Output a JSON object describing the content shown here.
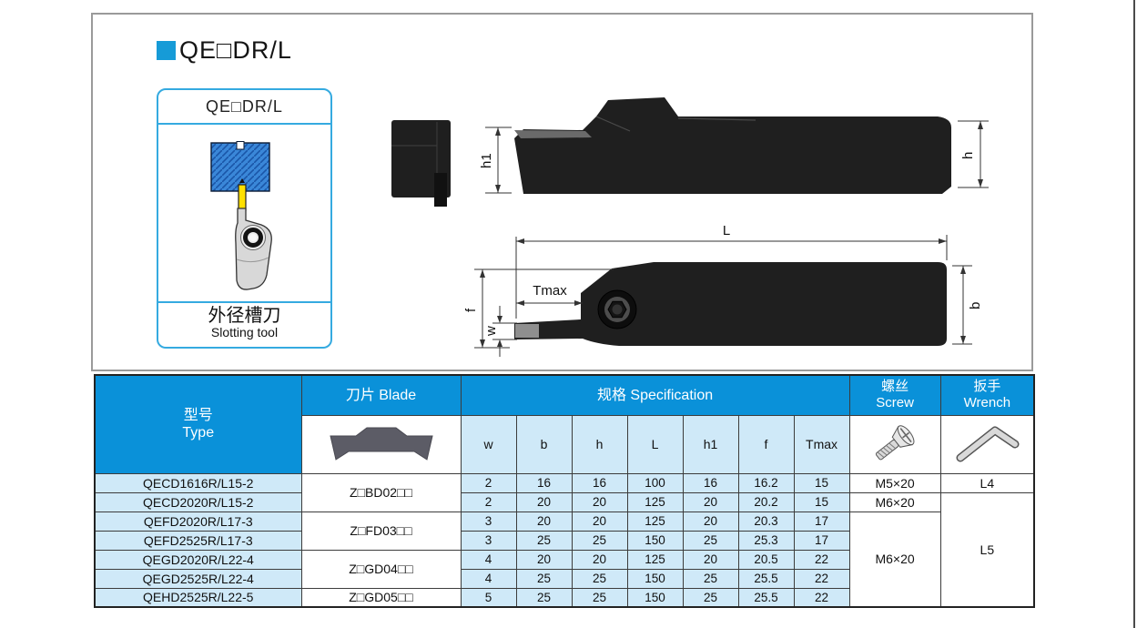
{
  "page": {
    "title": "QE□DR/L"
  },
  "panel": {
    "title": "QE□DR/L",
    "caption_zh": "外径槽刀",
    "caption_en": "Slotting tool"
  },
  "drawings": {
    "labels": {
      "h1": "h1",
      "h": "h",
      "L": "L",
      "Tmax": "Tmax",
      "f": "f",
      "w": "w",
      "b": "b"
    }
  },
  "colors": {
    "accent_blue": "#0a91d9",
    "light_blue": "#cfe9f8",
    "panel_border_blue": "#35aae0",
    "workpiece_blue": "#3a87d8",
    "insert_yellow": "#ffe000"
  },
  "table": {
    "header": {
      "type_zh": "型号",
      "type_en": "Type",
      "blade": "刀片 Blade",
      "spec": "规格 Specification",
      "cols": [
        "w",
        "b",
        "h",
        "L",
        "h1",
        "f",
        "Tmax"
      ],
      "screw_zh": "螺丝",
      "screw_en": "Screw",
      "wrench_zh": "扳手",
      "wrench_en": "Wrench"
    },
    "rows": [
      {
        "type": "QECD1616R/L15-2",
        "blade": "Z□BD02□□",
        "blade_span": 2,
        "values": [
          "2",
          "16",
          "16",
          "100",
          "16",
          "16.2",
          "15"
        ],
        "screw": "M5×20",
        "screw_span": 1,
        "wrench": "L4",
        "wrench_span": 1
      },
      {
        "type": "QECD2020R/L15-2",
        "values": [
          "2",
          "20",
          "20",
          "125",
          "20",
          "20.2",
          "15"
        ],
        "screw": "M6×20",
        "screw_span": 1,
        "wrench": "L5",
        "wrench_span": 6
      },
      {
        "type": "QEFD2020R/L17-3",
        "blade": "Z□FD03□□",
        "blade_span": 2,
        "values": [
          "3",
          "20",
          "20",
          "125",
          "20",
          "20.3",
          "17"
        ],
        "screw": "M6×20",
        "screw_span": 5
      },
      {
        "type": "QEFD2525R/L17-3",
        "values": [
          "3",
          "25",
          "25",
          "150",
          "25",
          "25.3",
          "17"
        ]
      },
      {
        "type": "QEGD2020R/L22-4",
        "blade": "Z□GD04□□",
        "blade_span": 2,
        "values": [
          "4",
          "20",
          "20",
          "125",
          "20",
          "20.5",
          "22"
        ]
      },
      {
        "type": "QEGD2525R/L22-4",
        "values": [
          "4",
          "25",
          "25",
          "150",
          "25",
          "25.5",
          "22"
        ]
      },
      {
        "type": "QEHD2525R/L22-5",
        "blade": "Z□GD05□□",
        "blade_span": 1,
        "values": [
          "5",
          "25",
          "25",
          "150",
          "25",
          "25.5",
          "22"
        ]
      }
    ]
  }
}
